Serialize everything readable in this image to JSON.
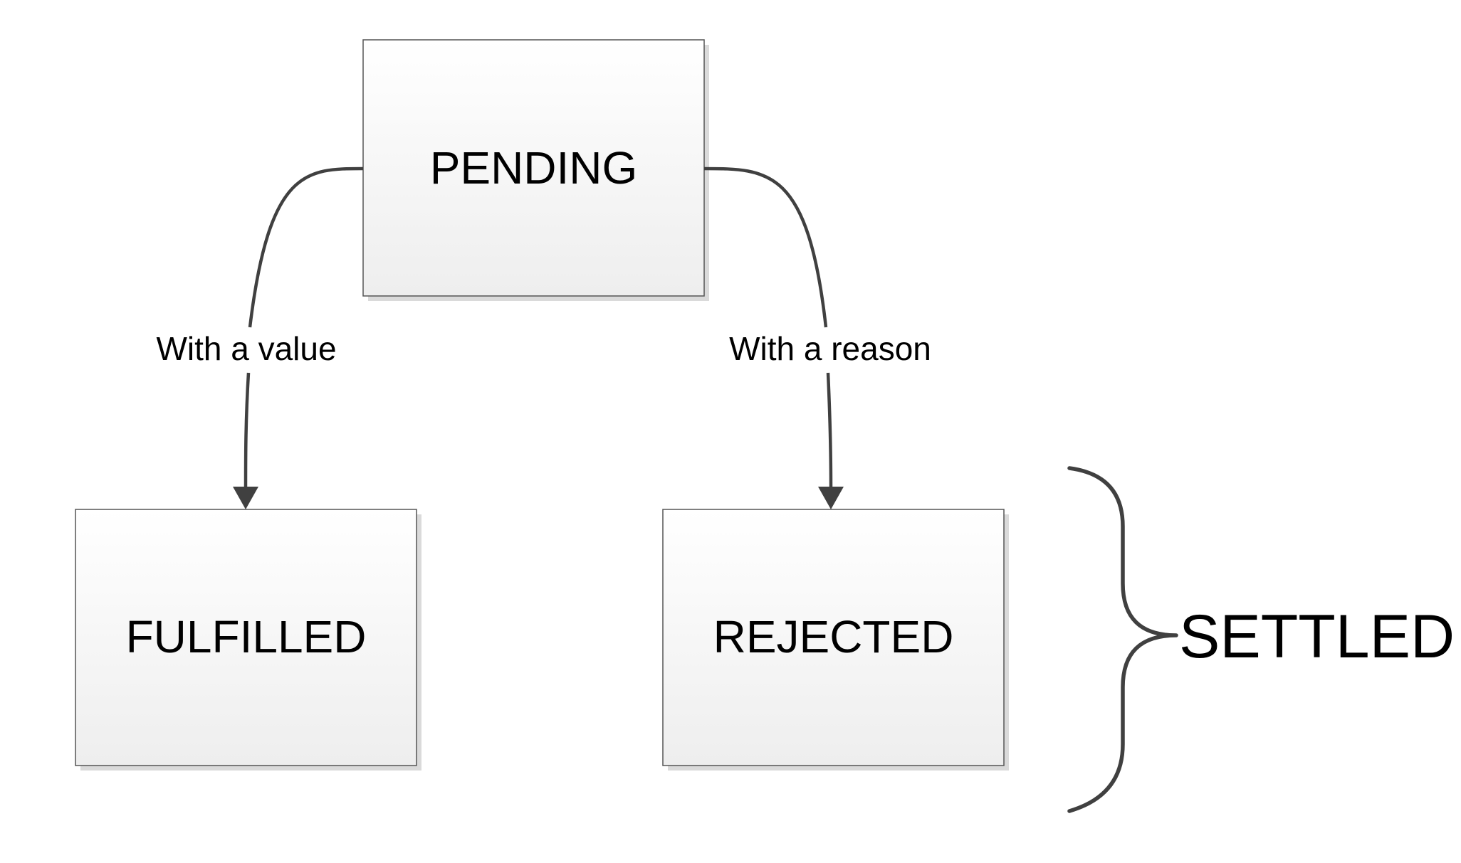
{
  "states": {
    "pending": "PENDING",
    "fulfilled": "FULFILLED",
    "rejected": "REJECTED"
  },
  "transitions": {
    "to_fulfilled": "With a value",
    "to_rejected": "With a reason"
  },
  "group": {
    "settled": "SETTLED"
  },
  "colors": {
    "box_border": "#555555",
    "box_fill_top": "#ffffff",
    "box_fill_bottom": "#efefef",
    "shadow": "#d9d9d9",
    "connector": "#404040",
    "text": "#000000"
  }
}
